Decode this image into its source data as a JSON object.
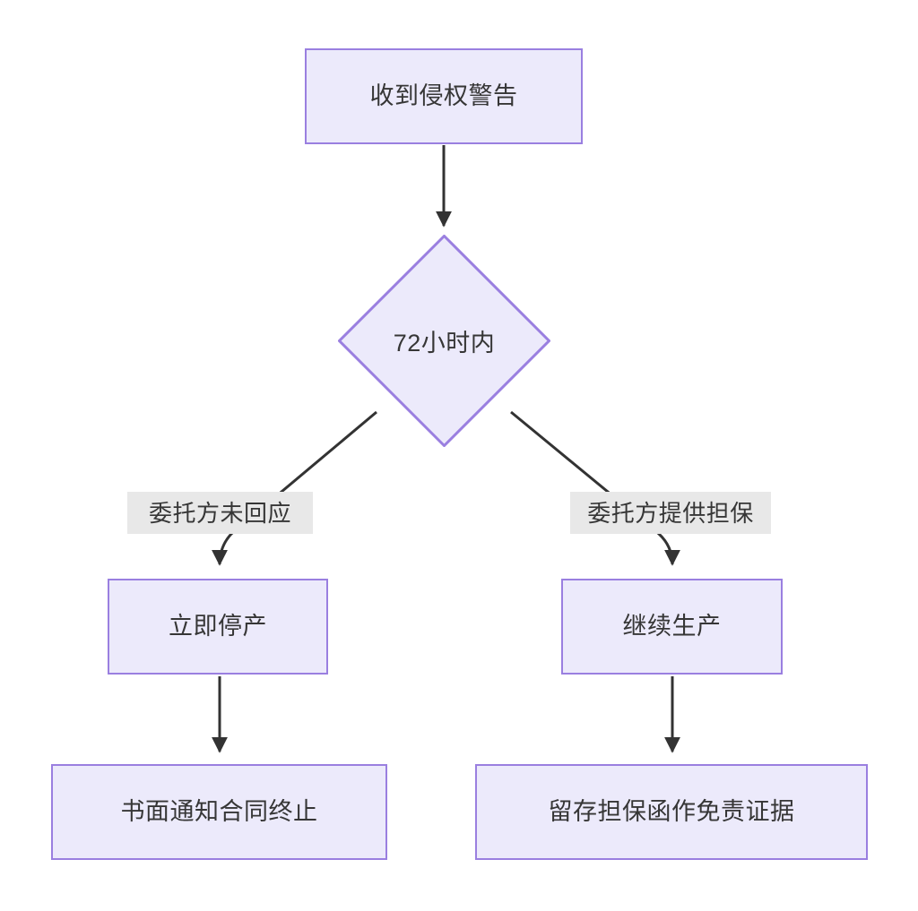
{
  "diagram": {
    "type": "flowchart",
    "direction": "top-down",
    "theme": {
      "node_fill": "#ECEAFB",
      "node_border": "#9A7FE0",
      "node_text": "#363636",
      "edge_color": "#333333",
      "edge_label_bg": "#E8E8E8",
      "background": "#FFFFFF"
    },
    "nodes": [
      {
        "id": "n1",
        "shape": "rect",
        "label": "收到侵权警告"
      },
      {
        "id": "n2",
        "shape": "diamond",
        "label": "72小时内"
      },
      {
        "id": "n3",
        "shape": "rect",
        "label": "立即停产"
      },
      {
        "id": "n4",
        "shape": "rect",
        "label": "继续生产"
      },
      {
        "id": "n5",
        "shape": "rect",
        "label": "书面通知合同终止"
      },
      {
        "id": "n6",
        "shape": "rect",
        "label": "留存担保函作免责证据"
      }
    ],
    "edges": [
      {
        "from": "n1",
        "to": "n2",
        "label": ""
      },
      {
        "from": "n2",
        "to": "n3",
        "label": "委托方未回应"
      },
      {
        "from": "n2",
        "to": "n4",
        "label": "委托方提供担保"
      },
      {
        "from": "n3",
        "to": "n5",
        "label": ""
      },
      {
        "from": "n4",
        "to": "n6",
        "label": ""
      }
    ]
  }
}
